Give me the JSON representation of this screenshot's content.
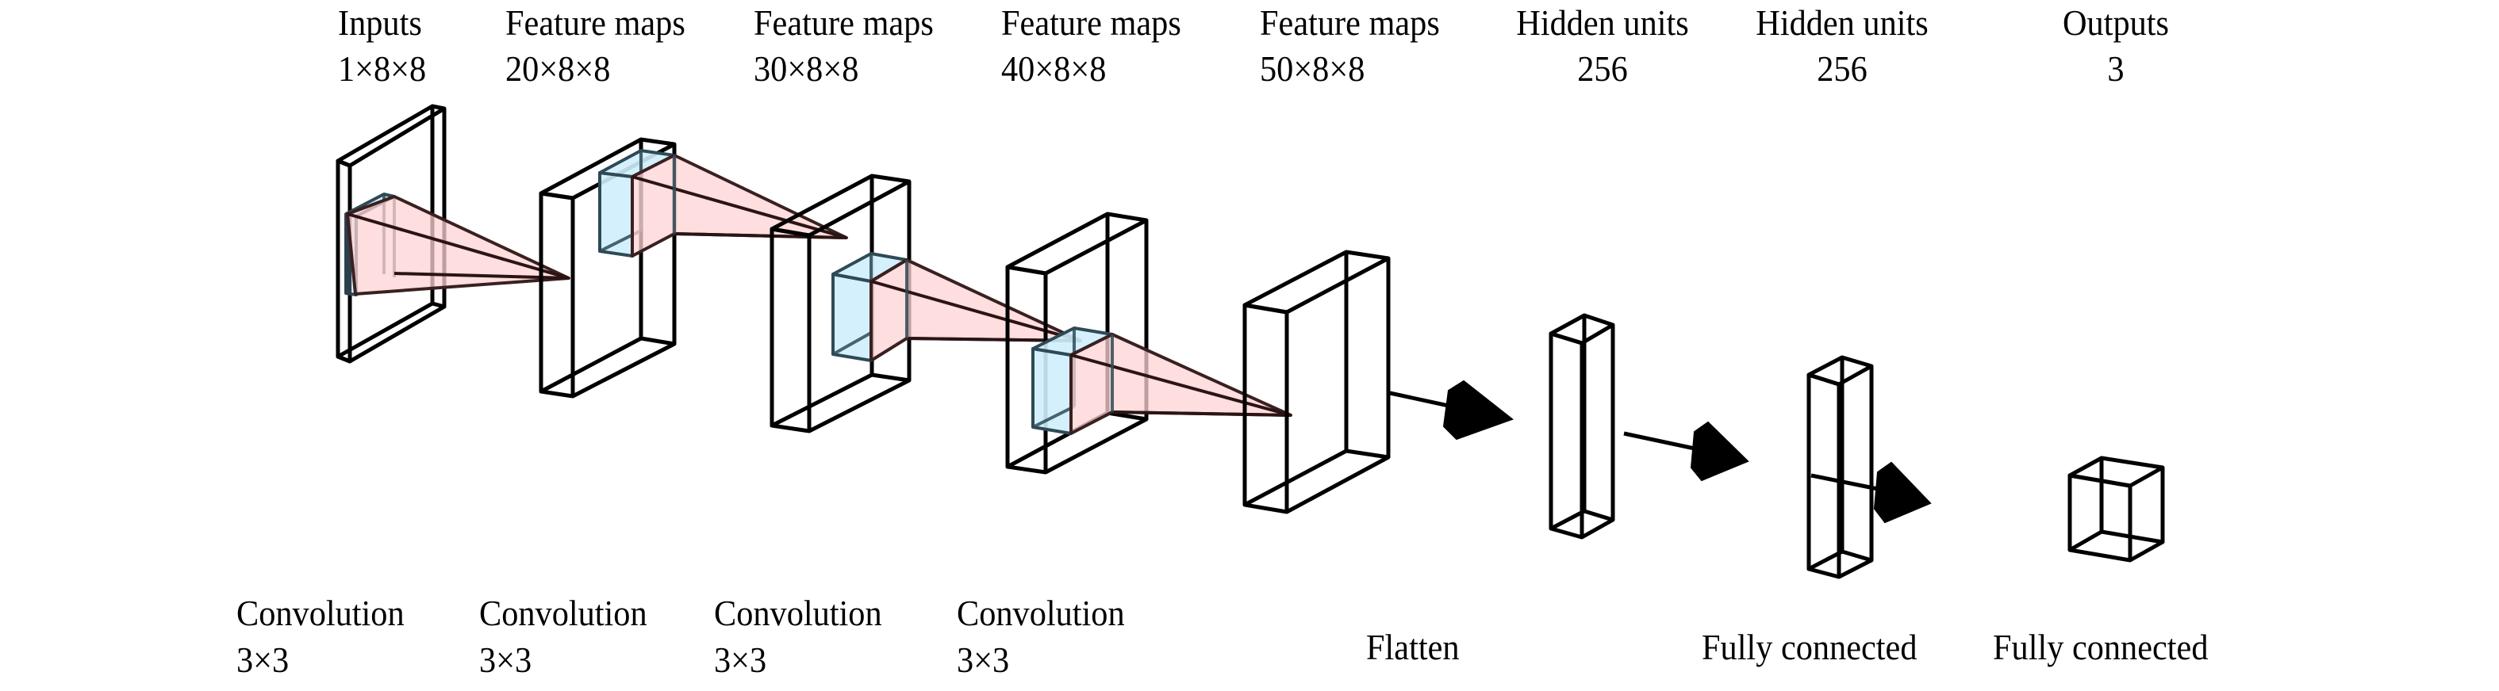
{
  "layers": [
    {
      "id": "input",
      "title": "Inputs",
      "shape": "1×8×8"
    },
    {
      "id": "conv1",
      "title": "Feature maps",
      "shape": "20×8×8"
    },
    {
      "id": "conv2",
      "title": "Feature maps",
      "shape": "30×8×8"
    },
    {
      "id": "conv3",
      "title": "Feature maps",
      "shape": "40×8×8"
    },
    {
      "id": "conv4",
      "title": "Feature maps",
      "shape": "50×8×8"
    },
    {
      "id": "fc1",
      "title": "Hidden units",
      "shape": "256"
    },
    {
      "id": "fc2",
      "title": "Hidden units",
      "shape": "256"
    },
    {
      "id": "output",
      "title": "Outputs",
      "shape": "3"
    }
  ],
  "operations": [
    {
      "id": "op1",
      "name": "Convolution",
      "kernel": "3×3"
    },
    {
      "id": "op2",
      "name": "Convolution",
      "kernel": "3×3"
    },
    {
      "id": "op3",
      "name": "Convolution",
      "kernel": "3×3"
    },
    {
      "id": "op4",
      "name": "Convolution",
      "kernel": "3×3"
    },
    {
      "id": "op5",
      "name": "Flatten"
    },
    {
      "id": "op6",
      "name": "Fully connected"
    },
    {
      "id": "op7",
      "name": "Fully connected"
    }
  ],
  "colors": {
    "kernel_fill": "#cfeefc",
    "receptive_field_fill": "#fdd3d3",
    "edge": "#000000"
  }
}
